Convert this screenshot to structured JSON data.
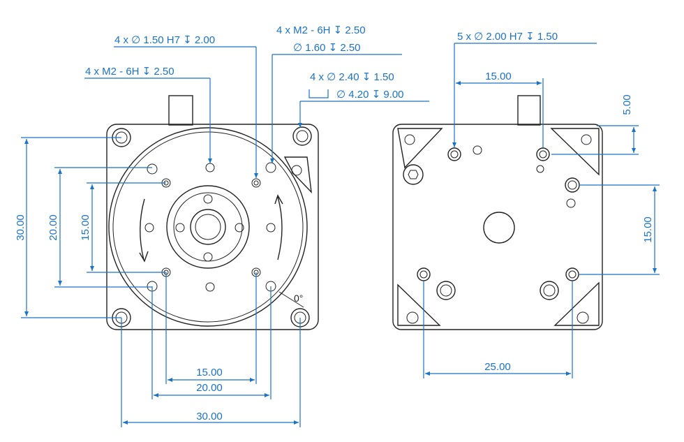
{
  "callouts": {
    "pin_holes": "4 x ∅ 1.50 H7 ↧ 2.00",
    "tapped_left": "4 x M2 - 6H ↧ 2.50",
    "tapped_right_1": "4 x  M2 - 6H ↧ 2.50",
    "tapped_right_2": "∅ 1.60 ↧ 2.50",
    "cbore_1": "4 x ∅ 2.40 ↧ 1.50",
    "cbore_2": "∅ 4.20 ↧ 9.00",
    "rear_holes": "5 x ∅ 2.00 H7 ↧ 1.50"
  },
  "dimensions": {
    "left_v_30": "30.00",
    "left_v_20": "20.00",
    "left_v_15": "15.00",
    "bottom_15": "15.00",
    "bottom_20": "20.00",
    "bottom_30": "30.00",
    "rear_top_15": "15.00",
    "rear_right_5": "5.00",
    "rear_right_15": "15.00",
    "rear_bottom_25": "25.00"
  },
  "labels": {
    "zero_mark": "0°"
  },
  "colors": {
    "dimension": "#1a73c8",
    "outline": "#222222"
  }
}
